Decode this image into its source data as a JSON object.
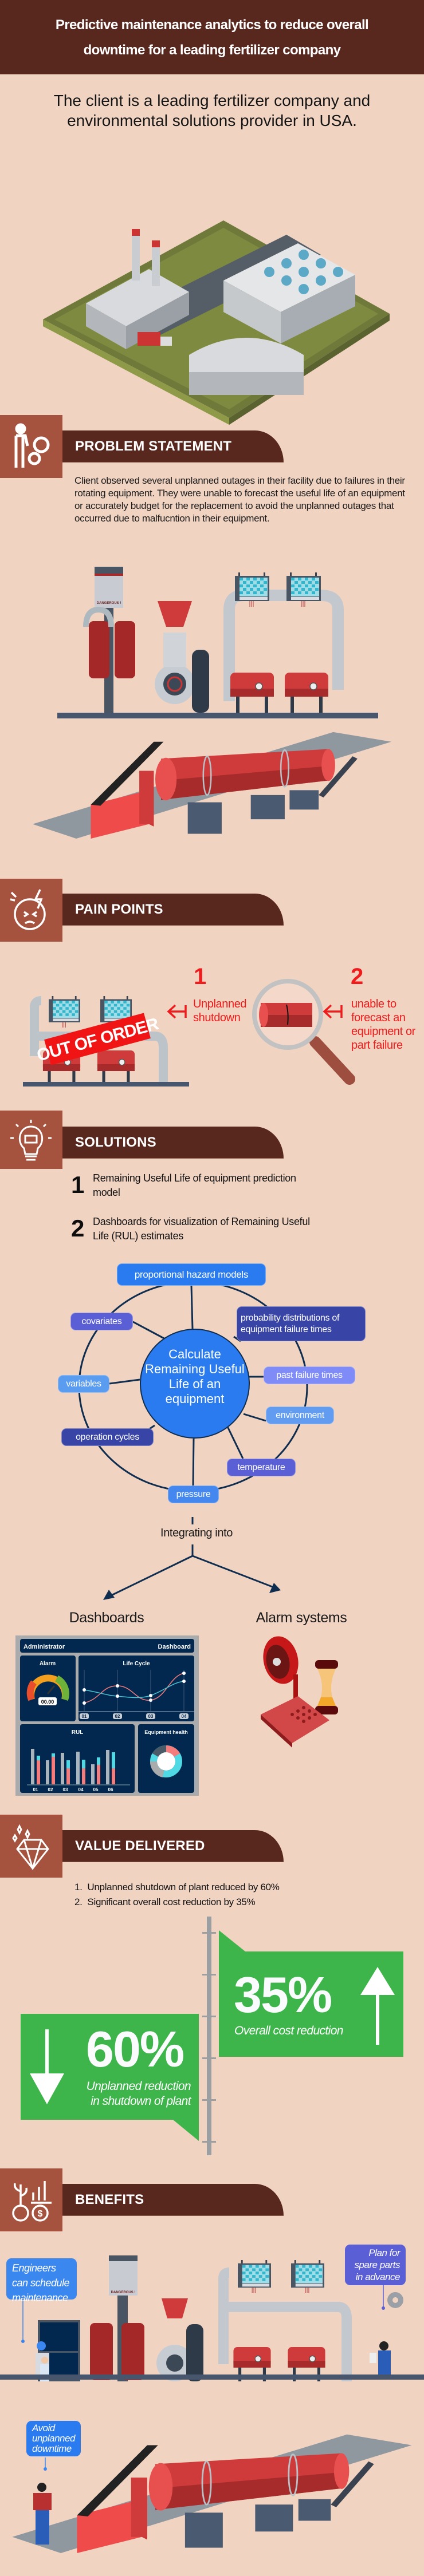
{
  "header": {
    "title_line1": "Predictive maintenance analytics to reduce overall",
    "title_line2": "downtime for a leading fertilizer company"
  },
  "intro": "The client is a leading fertilizer company and environmental solutions provider in USA.",
  "colors": {
    "background": "#f1d3c2",
    "dark_brown": "#58281f",
    "icon_box": "#a5533f",
    "accent_red": "#ee1c1c",
    "green": "#3db54a",
    "blue": "#2a7bef"
  },
  "problem": {
    "title": "PROBLEM STATEMENT",
    "icon": "engineer-gears-icon",
    "text": "Client observed several unplanned outages in their facility due to failures in their rotating equipment. They were unable to forecast the useful life of an equipment or accurately budget for the replacement to avoid the unplanned outages that occurred due to malfucntion in their equipment.",
    "sign": "DANGEROUS !"
  },
  "pain_points": {
    "title": "PAIN POINTS",
    "icon": "stressed-face-icon",
    "banner": "OUT OF ORDER",
    "items": [
      {
        "number": "1",
        "text": "Unplanned shutdown"
      },
      {
        "number": "2",
        "text": "unable to forecast an equipment or part failure"
      }
    ]
  },
  "solutions": {
    "title": "SOLUTIONS",
    "icon": "lightbulb-puzzle-icon",
    "items": [
      {
        "number": "1",
        "text": "Remaining Useful Life of equipment prediction model"
      },
      {
        "number": "2",
        "text": "Dashboards for visualization of Remaining Useful Life (RUL) estimates"
      }
    ],
    "diagram": {
      "center": "Calculate Remaining Useful Life of an equipment",
      "nodes": [
        "proportional hazard models",
        "probability distributions of equipment failure times",
        "past failure times",
        "environment",
        "temperature",
        "pressure",
        "operation cycles",
        "variables",
        "covariates"
      ]
    },
    "integrating": "Integrating into",
    "targets": [
      "Dashboards",
      "Alarm systems"
    ],
    "dashboard": {
      "left_title": "Administrator",
      "right_title": "Dashboard",
      "alarm": "Alarm",
      "alarm_value": "00.00",
      "life_cycle": "Life Cycle",
      "life_ticks": [
        "01",
        "02",
        "03",
        "04"
      ],
      "rul": "RUL",
      "rul_ticks": [
        "01",
        "02",
        "03",
        "04",
        "05",
        "06"
      ],
      "health": "Equipment health"
    }
  },
  "value": {
    "title": "VALUE DELIVERED",
    "icon": "diamond-icon",
    "items": [
      "1.  Unplanned shutdown of plant reduced by 60%",
      "2.  Significant overall cost reduction by 35%"
    ],
    "cost": {
      "value": "35%",
      "label": "Overall cost reduction",
      "direction": "up"
    },
    "shutdown": {
      "value": "60%",
      "label_line1": "Unplanned reduction",
      "label_line2": "in shutdown of plant",
      "direction": "down"
    }
  },
  "benefits": {
    "title": "BENEFITS",
    "icon": "growth-gears-icon",
    "callouts": [
      "Engineers can schedule maintenance",
      "Plan for spare parts in advance",
      "Avoid unplanned downtime"
    ],
    "sign": "DANGEROUS !"
  }
}
